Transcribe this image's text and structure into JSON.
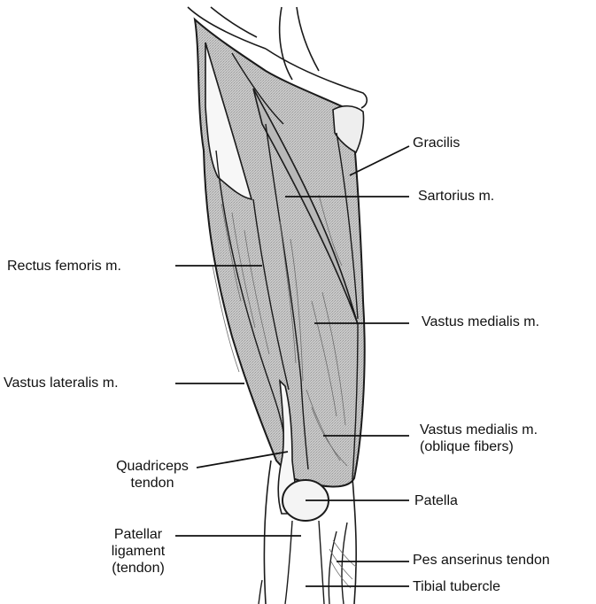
{
  "figure": {
    "labels": {
      "gracilis": "Gracilis",
      "sartorius": "Sartorius m.",
      "rectus_femoris": "Rectus femoris m.",
      "vastus_medialis": "Vastus medialis m.",
      "vastus_lateralis": "Vastus lateralis m.",
      "vastus_medialis_oblique_line1": "Vastus medialis m.",
      "vastus_medialis_oblique_line2": "(oblique fibers)",
      "quadriceps_line1": "Quadriceps",
      "quadriceps_line2": "tendon",
      "patella": "Patella",
      "patellar_line1": "Patellar",
      "patellar_line2": "ligament",
      "patellar_line3": "(tendon)",
      "pes_anserinus": "Pes anserinus tendon",
      "tibial_tubercle": "Tibial tubercle"
    }
  },
  "colors": {
    "muscle_fill": "#c4c4c4",
    "outline": "#1a1a1a",
    "tendon_fill": "#f7f7f7",
    "text": "#111111"
  }
}
